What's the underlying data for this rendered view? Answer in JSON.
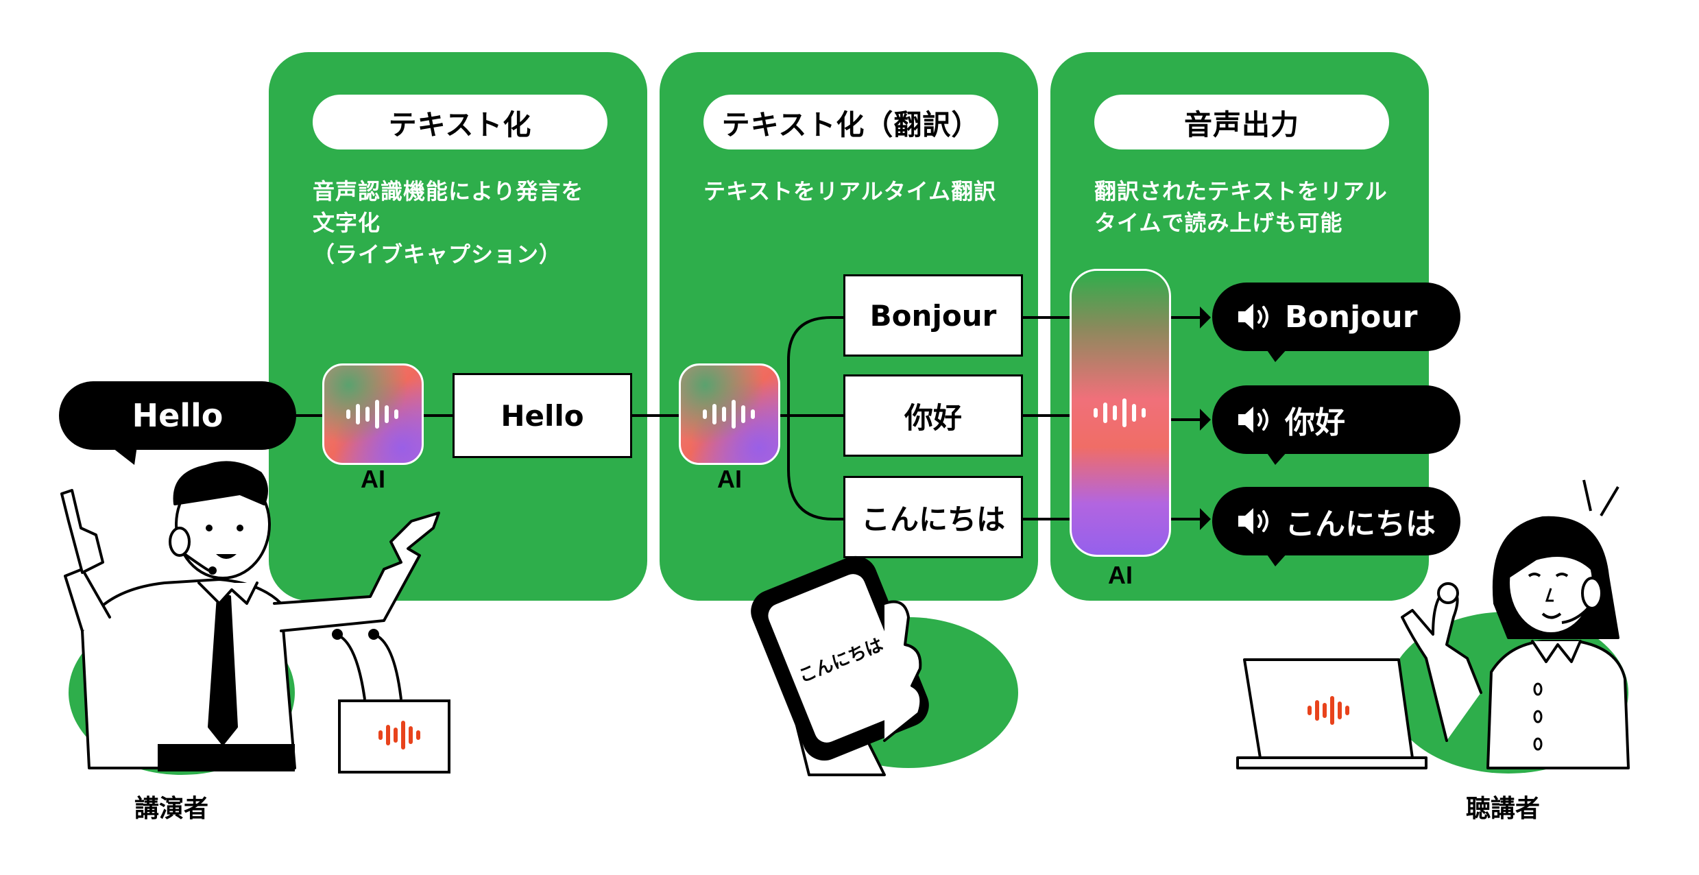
{
  "colors": {
    "panel_green": "#2eae4b",
    "brand_orange": "#e8431c",
    "black": "#000000",
    "white": "#ffffff"
  },
  "speaker": {
    "bubble": "Hello",
    "label": "講演者"
  },
  "listener": {
    "label": "聴講者"
  },
  "panels": [
    {
      "title": "テキスト化",
      "description": "音声認識機能により発言を\n文字化\n（ライブキャプション）"
    },
    {
      "title": "テキスト化（翻訳）",
      "description": "テキストをリアルタイム翻訳"
    },
    {
      "title": "音声出力",
      "description": "翻訳されたテキストをリアル\nタイムで読み上げも可能"
    }
  ],
  "ai_label": "AI",
  "transcribed_text": "Hello",
  "translations": [
    "Bonjour",
    "你好",
    "こんにちは"
  ],
  "outputs": [
    "Bonjour",
    "你好",
    "こんにちは"
  ],
  "phone_text": "こんにちは",
  "icons": [
    "ai-waveform-icon",
    "speaker-icon",
    "arrow-right-icon"
  ]
}
